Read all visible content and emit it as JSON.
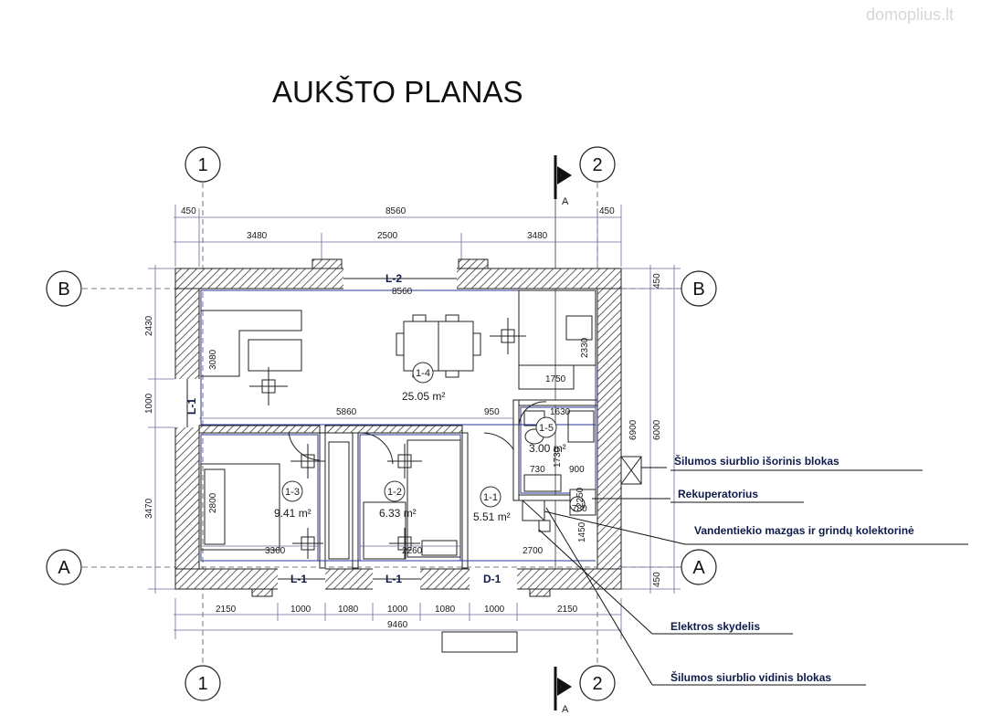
{
  "title": "AUKŠTO PLANAS",
  "watermark": "domoplius.lt",
  "grid_axes": {
    "vertical": [
      "1",
      "2"
    ],
    "horizontal": [
      "B",
      "A"
    ]
  },
  "section_marker": "A",
  "dimensions": {
    "top_overall": [
      "450",
      "8560",
      "450"
    ],
    "top_segments": [
      "3480",
      "2500",
      "3480"
    ],
    "inner_top": "8560",
    "left": [
      "2430",
      "1000",
      "3470"
    ],
    "right": [
      "450",
      "6900",
      "6000",
      "450"
    ],
    "bottom_segments": [
      "2150",
      "1000",
      "1080",
      "1000",
      "1080",
      "1000",
      "2150"
    ],
    "bottom_overall": "9460",
    "interior": [
      "3080",
      "5860",
      "950",
      "1750",
      "2330",
      "1630",
      "1730",
      "730",
      "900",
      "2800",
      "3360",
      "2260",
      "2250",
      "780",
      "1450",
      "2700"
    ]
  },
  "rooms": [
    {
      "id": "1-4",
      "area": "25.05 m²"
    },
    {
      "id": "1-5",
      "area": "3.00 m²"
    },
    {
      "id": "1-3",
      "area": "9.41 m²"
    },
    {
      "id": "1-2",
      "area": "6.33 m²"
    },
    {
      "id": "1-1",
      "area": "5.51 m²"
    }
  ],
  "openings": {
    "window_top": "L-2",
    "window_left": "L-1",
    "window_bottom_1": "L-1",
    "window_bottom_2": "L-1",
    "door_bottom": "D-1"
  },
  "callouts": [
    "Šilumos siurblio išorinis blokas",
    "Rekuperatorius",
    "Vandentiekio mazgas ir grindų kolektorinė",
    "Elektros skydelis",
    "Šilumos siurblio vidinis blokas"
  ],
  "colors": {
    "wall_hatch": "#222222",
    "dimension_line": "#6a6a9a",
    "interior_line": "#2b3a9a",
    "callout_text": "#0d1a4a"
  }
}
